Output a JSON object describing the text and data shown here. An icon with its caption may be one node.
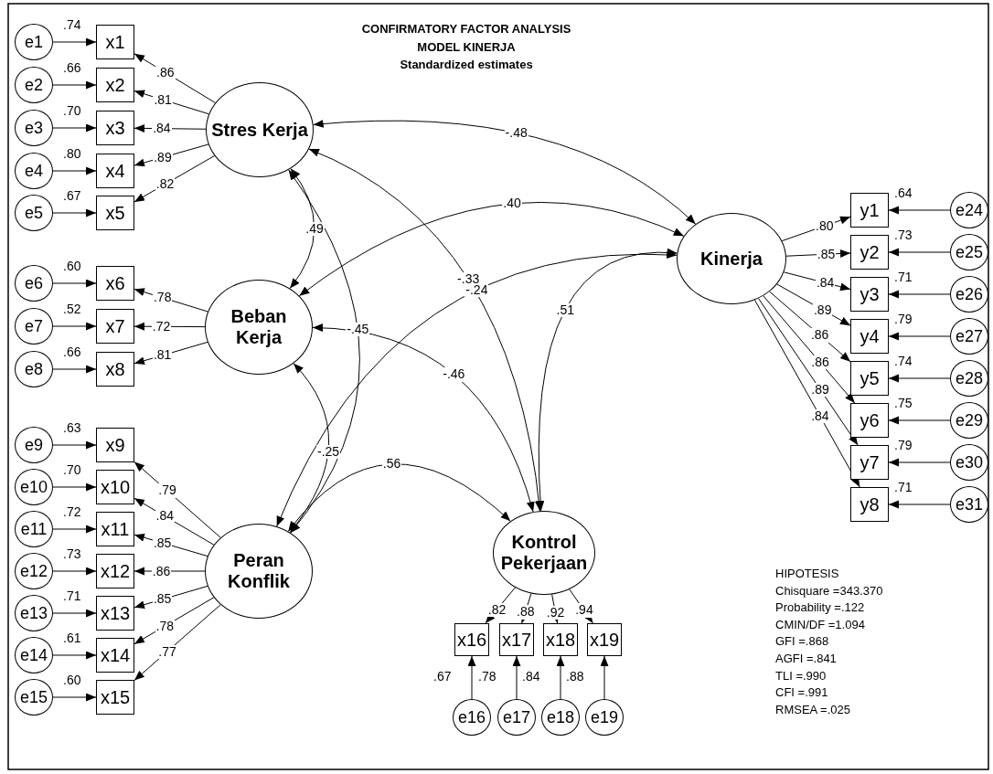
{
  "diagram": {
    "title": "CONFIRMATORY FACTOR ANALYSIS MODEL KINERJA",
    "nodes": [
      {
        "text": [
          "Stres Kerja"
        ]
      },
      {
        "text": [
          "Beban Kerja"
        ]
      },
      {
        "text": [
          "Peran Konflik"
        ]
      },
      {
        "text": [
          "Kontrol Pekerjaan"
        ]
      },
      {
        "text": [
          "Kinerja"
        ]
      },
      {
        "text": [
          "x1"
        ],
        "beside": [
          ".74"
        ]
      },
      {
        "text": [
          "x2"
        ],
        "beside": [
          ".66"
        ]
      },
      {
        "text": [
          "x3"
        ],
        "beside": [
          ".70"
        ]
      },
      {
        "text": [
          "x4"
        ],
        "beside": [
          ".80"
        ]
      },
      {
        "text": [
          "x5"
        ],
        "beside": [
          ".67"
        ]
      },
      {
        "text": [
          "x6"
        ],
        "beside": [
          ".60"
        ]
      },
      {
        "text": [
          "x7"
        ],
        "beside": [
          ".52"
        ]
      },
      {
        "text": [
          "x8"
        ],
        "beside": [
          ".66"
        ]
      },
      {
        "text": [
          "x9"
        ],
        "beside": [
          ".63"
        ]
      },
      {
        "text": [
          "x10"
        ],
        "beside": [
          ".70"
        ]
      },
      {
        "text": [
          "x11"
        ],
        "beside": [
          ".72"
        ]
      },
      {
        "text": [
          "x12"
        ],
        "beside": [
          ".73"
        ]
      },
      {
        "text": [
          "x13"
        ],
        "beside": [
          ".71"
        ]
      },
      {
        "text": [
          "x14"
        ],
        "beside": [
          ".61"
        ]
      },
      {
        "text": [
          "x15"
        ],
        "beside": [
          ".60"
        ]
      },
      {
        "text": [
          "x16"
        ],
        "beside": [
          ".67"
        ]
      },
      {
        "text": [
          "x17"
        ],
        "beside": [
          ".78"
        ]
      },
      {
        "text": [
          "x18"
        ],
        "beside": [
          ".84"
        ]
      },
      {
        "text": [
          "x19"
        ],
        "beside": [
          ".88"
        ]
      },
      {
        "text": [
          "y1"
        ],
        "beside": [
          ".64"
        ]
      },
      {
        "text": [
          "y2"
        ],
        "beside": [
          ".73"
        ]
      },
      {
        "text": [
          "y3"
        ],
        "beside": [
          ".71"
        ]
      },
      {
        "text": [
          "y4"
        ],
        "beside": [
          ".79"
        ]
      },
      {
        "text": [
          "y5"
        ],
        "beside": [
          ".74"
        ]
      },
      {
        "text": [
          "y6"
        ],
        "beside": [
          ".75"
        ]
      },
      {
        "text": [
          "y7"
        ],
        "beside": [
          ".79"
        ]
      },
      {
        "text": [
          "y8"
        ],
        "beside": [
          ".71"
        ]
      },
      {
        "text": [
          "e1"
        ]
      },
      {
        "text": [
          "e2"
        ]
      },
      {
        "text": [
          "e3"
        ]
      },
      {
        "text": [
          "e4"
        ]
      },
      {
        "text": [
          "e5"
        ]
      },
      {
        "text": [
          "e6"
        ]
      },
      {
        "text": [
          "e7"
        ]
      },
      {
        "text": [
          "e8"
        ]
      },
      {
        "text": [
          "e9"
        ]
      },
      {
        "text": [
          "e10"
        ]
      },
      {
        "text": [
          "e11"
        ]
      },
      {
        "text": [
          "e12"
        ]
      },
      {
        "text": [
          "e13"
        ]
      },
      {
        "text": [
          "e14"
        ]
      },
      {
        "text": [
          "e15"
        ]
      },
      {
        "text": [
          "e16"
        ]
      },
      {
        "text": [
          "e17"
        ]
      },
      {
        "text": [
          "e18"
        ]
      },
      {
        "text": [
          "e19"
        ]
      },
      {
        "text": [
          "e24"
        ]
      },
      {
        "text": [
          "e25"
        ]
      },
      {
        "text": [
          "e26"
        ]
      },
      {
        "text": [
          "e27"
        ]
      },
      {
        "text": [
          "e28"
        ]
      },
      {
        "text": [
          "e29"
        ]
      },
      {
        "text": [
          "e30"
        ]
      },
      {
        "text": [
          "e31"
        ]
      }
    ],
    "edges": [
      {
        "from": 32,
        "to": 5,
        "arrow": "to"
      },
      {
        "from": 33,
        "to": 6,
        "arrow": "to"
      },
      {
        "from": 34,
        "to": 7,
        "arrow": "to"
      },
      {
        "from": 35,
        "to": 8,
        "arrow": "to"
      },
      {
        "from": 36,
        "to": 9,
        "arrow": "to"
      },
      {
        "from": 37,
        "to": 10,
        "arrow": "to"
      },
      {
        "from": 38,
        "to": 11,
        "arrow": "to"
      },
      {
        "from": 39,
        "to": 12,
        "arrow": "to"
      },
      {
        "from": 40,
        "to": 13,
        "arrow": "to"
      },
      {
        "from": 41,
        "to": 14,
        "arrow": "to"
      },
      {
        "from": 42,
        "to": 15,
        "arrow": "to"
      },
      {
        "from": 43,
        "to": 16,
        "arrow": "to"
      },
      {
        "from": 44,
        "to": 17,
        "arrow": "to"
      },
      {
        "from": 45,
        "to": 18,
        "arrow": "to"
      },
      {
        "from": 46,
        "to": 19,
        "arrow": "to"
      },
      {
        "from": 47,
        "to": 20,
        "arrow": "to"
      },
      {
        "from": 48,
        "to": 21,
        "arrow": "to"
      },
      {
        "from": 49,
        "to": 22,
        "arrow": "to"
      },
      {
        "from": 50,
        "to": 23,
        "arrow": "to"
      },
      {
        "from": 51,
        "to": 24,
        "arrow": "to"
      },
      {
        "from": 52,
        "to": 25,
        "arrow": "to"
      },
      {
        "from": 53,
        "to": 26,
        "arrow": "to"
      },
      {
        "from": 54,
        "to": 27,
        "arrow": "to"
      },
      {
        "from": 55,
        "to": 28,
        "arrow": "to"
      },
      {
        "from": 56,
        "to": 29,
        "arrow": "to"
      },
      {
        "from": 57,
        "to": 30,
        "arrow": "to"
      },
      {
        "from": 58,
        "to": 31,
        "arrow": "to"
      },
      {
        "from": 0,
        "to": 5,
        "arrow": "to",
        "label": ".86"
      },
      {
        "from": 0,
        "to": 6,
        "arrow": "to",
        "label": ".81"
      },
      {
        "from": 0,
        "to": 7,
        "arrow": "to",
        "label": ".84"
      },
      {
        "from": 0,
        "to": 8,
        "arrow": "to",
        "label": ".89"
      },
      {
        "from": 0,
        "to": 9,
        "arrow": "to",
        "label": ".82"
      },
      {
        "from": 1,
        "to": 10,
        "arrow": "to",
        "label": ".78"
      },
      {
        "from": 1,
        "to": 11,
        "arrow": "to",
        "label": ".72"
      },
      {
        "from": 1,
        "to": 12,
        "arrow": "to",
        "label": ".81"
      },
      {
        "from": 2,
        "to": 13,
        "arrow": "to",
        "label": ".79"
      },
      {
        "from": 2,
        "to": 14,
        "arrow": "to",
        "label": ".84"
      },
      {
        "from": 2,
        "to": 15,
        "arrow": "to",
        "label": ".85"
      },
      {
        "from": 2,
        "to": 16,
        "arrow": "to",
        "label": ".86"
      },
      {
        "from": 2,
        "to": 17,
        "arrow": "to",
        "label": ".85"
      },
      {
        "from": 2,
        "to": 18,
        "arrow": "to",
        "label": ".78"
      },
      {
        "from": 2,
        "to": 19,
        "arrow": "to",
        "label": ".77"
      },
      {
        "from": 3,
        "to": 20,
        "arrow": "to",
        "label": ".82"
      },
      {
        "from": 3,
        "to": 21,
        "arrow": "to",
        "label": ".88"
      },
      {
        "from": 3,
        "to": 22,
        "arrow": "to",
        "label": ".92"
      },
      {
        "from": 3,
        "to": 23,
        "arrow": "to",
        "label": ".94"
      },
      {
        "from": 4,
        "to": 24,
        "arrow": "to",
        "label": ".80"
      },
      {
        "from": 4,
        "to": 25,
        "arrow": "to",
        "label": ".85"
      },
      {
        "from": 4,
        "to": 26,
        "arrow": "to",
        "label": ".84"
      },
      {
        "from": 4,
        "to": 27,
        "arrow": "to",
        "label": ".89"
      },
      {
        "from": 4,
        "to": 28,
        "arrow": "to",
        "label": ".86"
      },
      {
        "from": 4,
        "to": 29,
        "arrow": "to",
        "label": ".86"
      },
      {
        "from": 4,
        "to": 30,
        "arrow": "to",
        "label": ".89"
      },
      {
        "from": 4,
        "to": 31,
        "arrow": "to",
        "label": ".84"
      },
      {
        "from": 0,
        "to": 1,
        "arrow": "both",
        "label": ".49"
      },
      {
        "from": 0,
        "to": 4,
        "arrow": "both",
        "label": "-.48"
      },
      {
        "from": 0,
        "to": 3,
        "arrow": "both",
        "label": "-.33"
      },
      {
        "from": 0,
        "to": 2,
        "arrow": "both",
        "label": "-.45"
      },
      {
        "from": 1,
        "to": 4,
        "arrow": "both",
        "label": ".40"
      },
      {
        "from": 2,
        "to": 4,
        "arrow": "both",
        "label": "-.24"
      },
      {
        "from": 3,
        "to": 4,
        "arrow": "both",
        "label": ".51"
      },
      {
        "from": 1,
        "to": 3,
        "arrow": "both",
        "label": "-.46"
      },
      {
        "from": 2,
        "to": 3,
        "arrow": "both",
        "label": ".56"
      },
      {
        "from": 1,
        "to": 2,
        "arrow": "both",
        "label": "-.25"
      }
    ],
    "labels": [
      "Standardized estimates",
      "HIPOTESIS",
      "Chisquare =343.370",
      "Probability =.122",
      "CMIN/DF =1.094",
      "GFI =.868",
      "AGFI =.841",
      "TLI =.990",
      "CFI =.991",
      "RMSEA =.025"
    ]
  }
}
